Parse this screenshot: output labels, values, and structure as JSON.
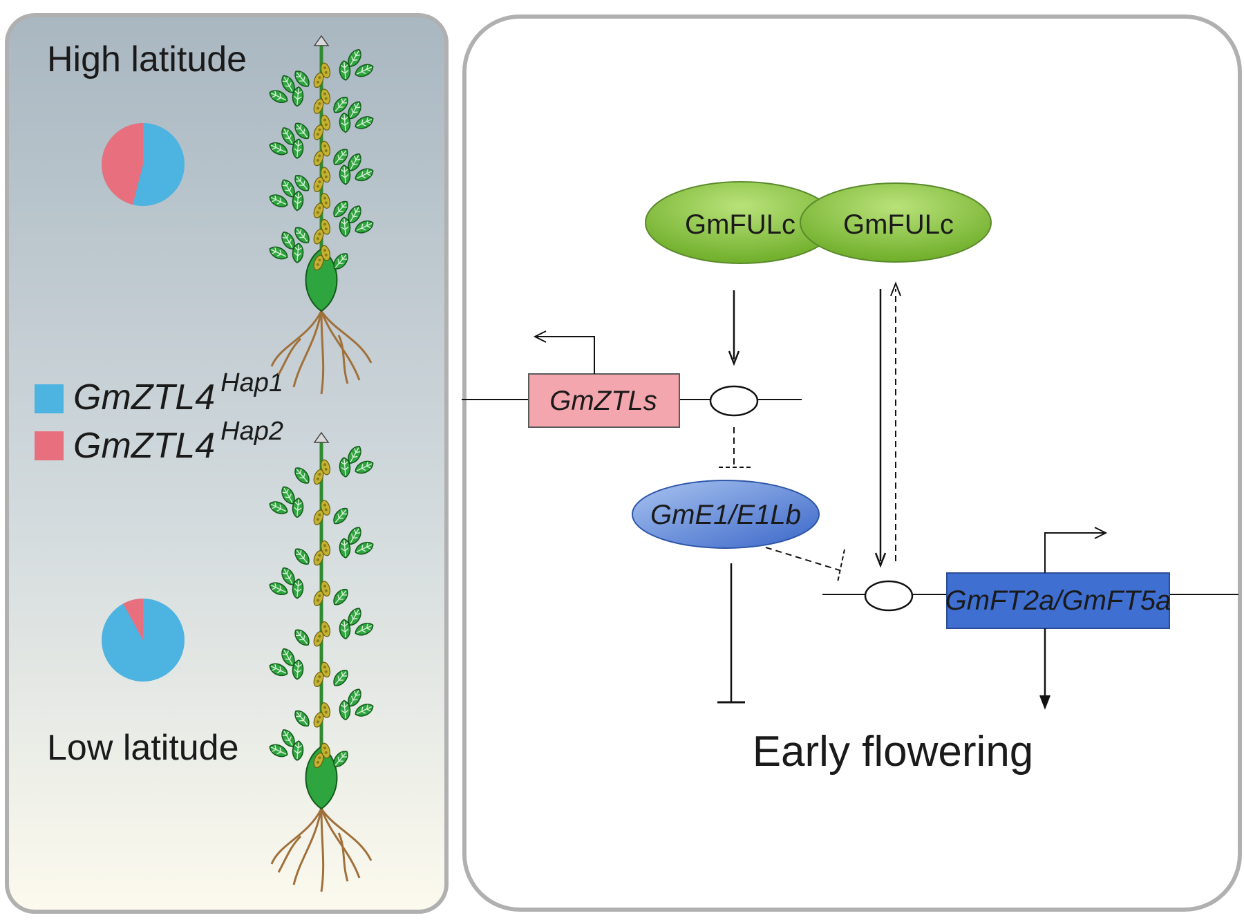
{
  "left_panel": {
    "high_title": "High latitude",
    "low_title": "Low latitude",
    "high_pie": {
      "hap1": 0.54,
      "hap2": 0.46
    },
    "low_pie": {
      "hap1": 0.92,
      "hap2": 0.08
    },
    "legend": [
      {
        "base": "GmZTL4",
        "sup": "Hap1",
        "color": "#4db3e0"
      },
      {
        "base": "GmZTL4",
        "sup": "Hap2",
        "color": "#e8707e"
      }
    ]
  },
  "right_panel": {
    "fulc_left": "GmFULc",
    "fulc_right": "GmFULc",
    "ztls": "GmZTLs",
    "e1": "GmE1/E1Lb",
    "ft": "GmFT2a/GmFT5a",
    "outcome": "Early flowering"
  },
  "colors": {
    "hap1": "#4db3e0",
    "hap2": "#e8707e",
    "ztls_box": "#f4a6ae",
    "ft_box": "#3f6fd1",
    "e1_oval": "#5b83d6",
    "fulc": "#8cc63f"
  }
}
